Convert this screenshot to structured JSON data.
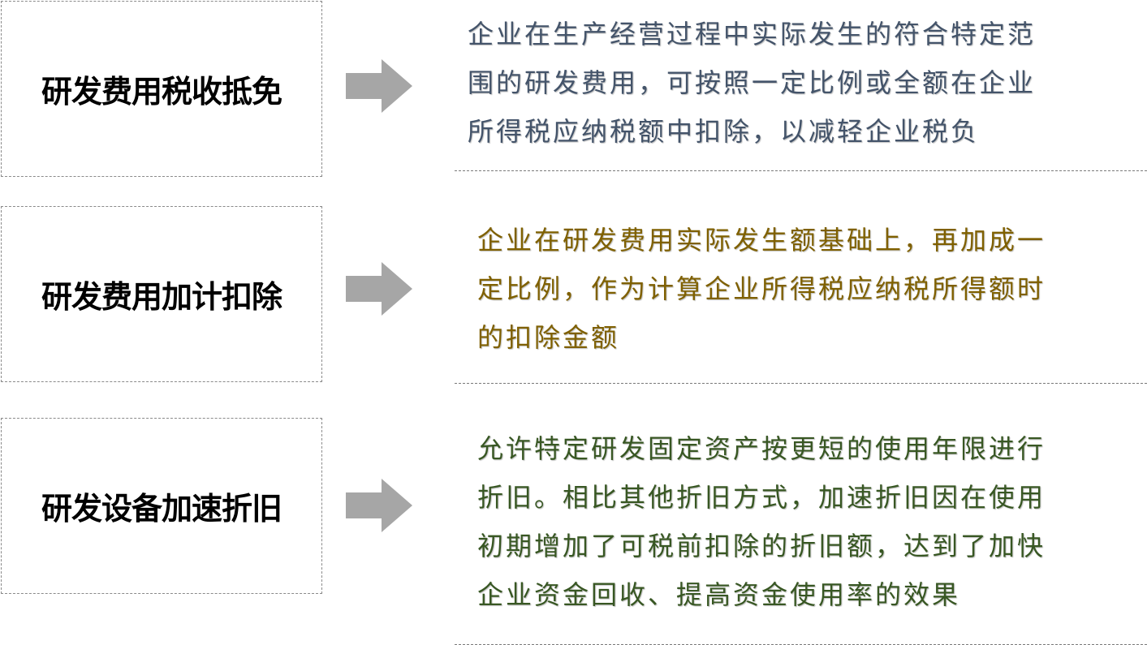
{
  "rows": [
    {
      "label": "研发费用税收抵免",
      "lines": [
        "企业在生产经营过程中实际发生的符合特定范",
        "围的研发费用，可按照一定比例或全额在企业",
        "所得税应纳税额中扣除，以减轻企业税负"
      ],
      "color": "#44546a"
    },
    {
      "label": "研发费用加计扣除",
      "lines": [
        "企业在研发费用实际发生额基础上，再加成一",
        "定比例，作为计算企业所得税应纳税所得额时",
        "的扣除金额"
      ],
      "color": "#7f6000"
    },
    {
      "label": "研发设备加速折旧",
      "lines": [
        "允许特定研发固定资产按更短的使用年限进行",
        "折旧。相比其他折旧方式，加速折旧因在使用",
        "初期增加了可税前扣除的折旧额，达到了加快",
        "企业资金回收、提高资金使用率的效果"
      ],
      "color": "#385723"
    }
  ],
  "colors": {
    "arrow": "#a6a6a6",
    "box_border": "#8a8a8a"
  }
}
